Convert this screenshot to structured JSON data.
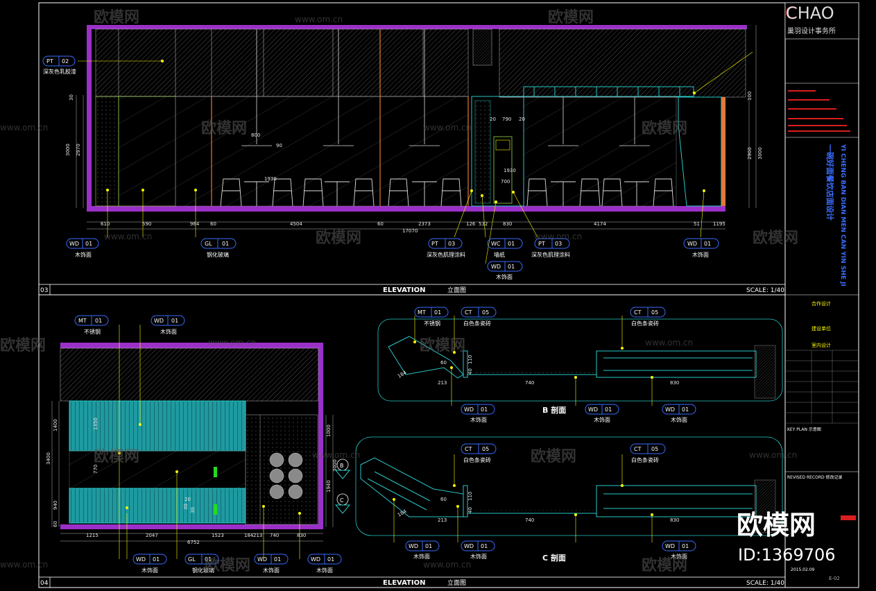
{
  "title_block": {
    "brand": "CHAO",
    "studio": "巢羽设计事务所",
    "project_vertical": "一碗好面餐饮店面设计",
    "project_pinyin": "YI CHENG BAN DIAN MEN CAN YIN SHE JI",
    "label_partner": "合作设计",
    "label_client": "建设单位",
    "label_project": "室内设计",
    "key_plan": "KEY PLAN 示意图",
    "revised": "REVISED RECORD 修改记录",
    "drawing_no": "E-02",
    "date": "2015.02.09"
  },
  "watermarks": {
    "logo": "欧模网",
    "url": "www.om.cn",
    "big": "欧模网",
    "id": "ID:1369706"
  },
  "view03": {
    "number": "03",
    "title": "ELEVATION",
    "title_cn": "立面图",
    "scale": "SCALE: 1/40",
    "tags": [
      {
        "code": "PT",
        "num": "02",
        "desc": "深灰色乳胶漆"
      },
      {
        "code": "WD",
        "num": "01",
        "desc": "木饰面"
      },
      {
        "code": "GL",
        "num": "01",
        "desc": "钢化玻璃"
      },
      {
        "code": "PT",
        "num": "03",
        "desc": "深灰色肌理涂料"
      },
      {
        "code": "WC",
        "num": "01",
        "desc": "墙纸"
      },
      {
        "code": "WD",
        "num": "01",
        "desc": "木饰面"
      },
      {
        "code": "PT",
        "num": "03",
        "desc": "深灰色肌理涂料"
      },
      {
        "code": "WD",
        "num": "01",
        "desc": "木饰面"
      }
    ],
    "dims_bottom": [
      "610",
      "590",
      "964",
      "60",
      "4504",
      "60",
      "2373",
      "126",
      "532",
      "830",
      "4174",
      "51",
      "1195"
    ],
    "total": "17070",
    "dims_left": [
      "30",
      "2970",
      "3000"
    ],
    "dims_right": [
      "100",
      "2900",
      "3000"
    ],
    "dims_inner": [
      "800",
      "90",
      "790",
      "20",
      "700",
      "20",
      "1930",
      "1930"
    ]
  },
  "view04": {
    "number": "04",
    "title": "ELEVATION",
    "title_cn": "立面图",
    "scale": "SCALE: 1/40",
    "tags": [
      {
        "code": "MT",
        "num": "01",
        "desc": "不锈钢"
      },
      {
        "code": "WD",
        "num": "01",
        "desc": "木饰面"
      },
      {
        "code": "WD",
        "num": "01",
        "desc": "木饰面"
      },
      {
        "code": "GL",
        "num": "01",
        "desc": "钢化玻璃"
      },
      {
        "code": "WD",
        "num": "01",
        "desc": "木饰面"
      },
      {
        "code": "WD",
        "num": "01",
        "desc": "木饰面"
      }
    ],
    "dims_bottom": [
      "1215",
      "2047",
      "1523",
      "184",
      "213",
      "740",
      "830"
    ],
    "total": "6752",
    "dims_left": [
      "1400",
      "3400",
      "940",
      "60"
    ],
    "dims_right": [
      "1000",
      "1940",
      "3000"
    ],
    "dims_inner": [
      "1350",
      "770",
      "30",
      "30",
      "20"
    ]
  },
  "section_b": {
    "title": "B 剖面",
    "tags": [
      {
        "code": "MT",
        "num": "01",
        "desc": "不锈钢"
      },
      {
        "code": "CT",
        "num": "05",
        "desc": "白色条瓷砖"
      },
      {
        "code": "CT",
        "num": "05",
        "desc": "白色条瓷砖"
      },
      {
        "code": "WD",
        "num": "01",
        "desc": "木饰面"
      },
      {
        "code": "WD",
        "num": "01",
        "desc": "木饰面"
      },
      {
        "code": "WD",
        "num": "01",
        "desc": "木饰面"
      }
    ],
    "dims": [
      "213",
      "740",
      "830",
      "184",
      "60",
      "110",
      "40"
    ]
  },
  "section_c": {
    "title": "C 剖面",
    "tags": [
      {
        "code": "CT",
        "num": "05",
        "desc": "白色条瓷砖"
      },
      {
        "code": "CT",
        "num": "05",
        "desc": "白色条瓷砖"
      },
      {
        "code": "WD",
        "num": "01",
        "desc": "木饰面"
      },
      {
        "code": "WD",
        "num": "01",
        "desc": "木饰面"
      },
      {
        "code": "WD",
        "num": "01",
        "desc": "木饰面"
      }
    ],
    "dims": [
      "213",
      "740",
      "830",
      "184",
      "60",
      "110",
      "40"
    ]
  },
  "section_markers": [
    "B",
    "C"
  ],
  "colors": {
    "frame": "#ffffff",
    "wall": "#9b30c8",
    "cyan": "#28c8c8",
    "yellow": "#ffff00",
    "teal_fill": "#1e9aa0",
    "orange": "#e07a3a",
    "blue_text": "#3a6cff",
    "red": "#d91e1e"
  }
}
